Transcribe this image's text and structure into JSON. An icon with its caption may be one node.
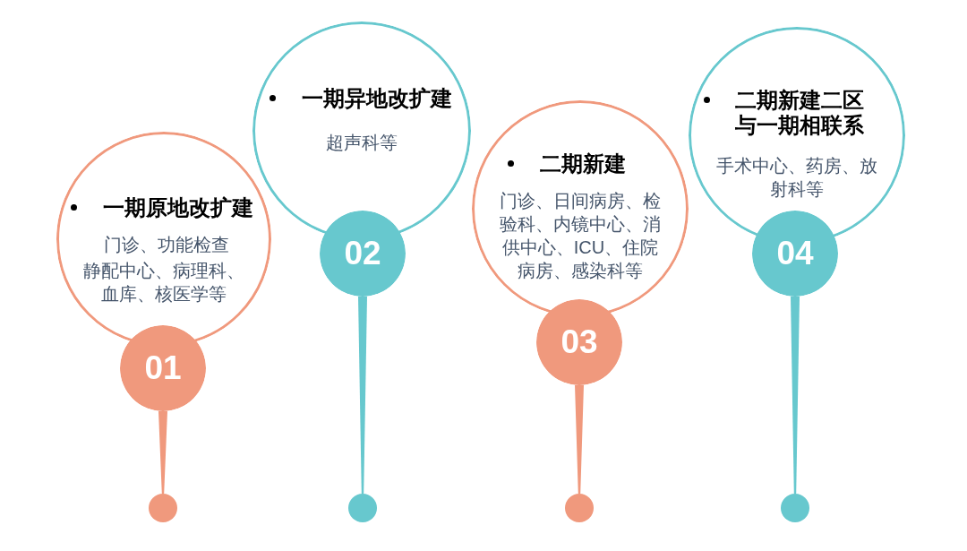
{
  "diagram": {
    "nodes": [
      {
        "text": [
          "一期原地改扩建",
          "门诊、功能检查",
          "静配中心、病理科、血库、核医学等"
        ]
      },
      {
        "text": [
          "01"
        ]
      },
      {
        "text": [],
        "shape": "circle"
      },
      {
        "text": [
          "一期异地改扩建",
          "超声科等"
        ]
      },
      {
        "text": [
          "02"
        ]
      },
      {
        "text": [],
        "shape": "circle"
      },
      {
        "text": [
          "二期新建",
          "门诊、日间病房、检验科、内镜中心、消供中心、ICU、住院病房、感染科等"
        ]
      },
      {
        "text": [
          "03"
        ]
      },
      {
        "text": [],
        "shape": "circle"
      },
      {
        "text": [
          "二期新建二区与一期相联系",
          "手术中心、药房、放射科等"
        ]
      },
      {
        "text": [
          "04"
        ]
      },
      {
        "text": [],
        "shape": "circle"
      }
    ],
    "edges": [
      {
        "from": 1,
        "to": 2,
        "arrow": "none",
        "color": "#f0997d"
      },
      {
        "from": 4,
        "to": 5,
        "arrow": "none",
        "color": "#67c8ce"
      },
      {
        "from": 7,
        "to": 8,
        "arrow": "none",
        "color": "#f0997d"
      },
      {
        "from": 10,
        "to": 11,
        "arrow": "none",
        "color": "#67c8ce"
      }
    ]
  }
}
